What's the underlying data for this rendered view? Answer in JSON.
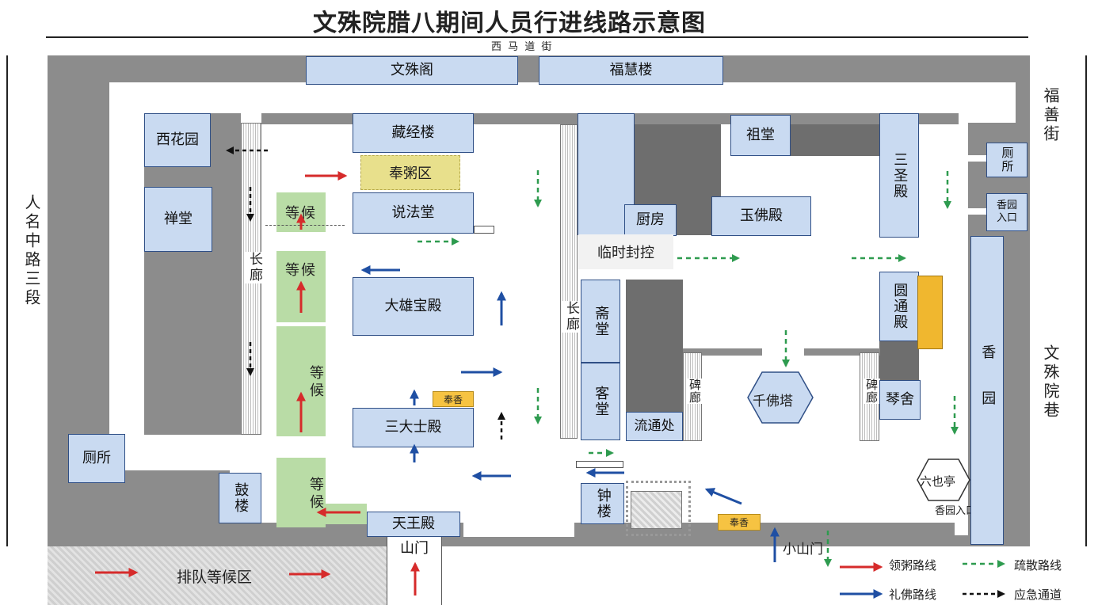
{
  "title": "文殊院腊八期间人员行进线路示意图",
  "streets": {
    "top": "西 马 道 街",
    "left": "人名中路三段",
    "right_top": "福善街",
    "right_mid": "文殊院巷"
  },
  "buildings": {
    "wenshuge": "文殊阁",
    "fuhuilou": "福慧楼",
    "xihuayuan": "西花园",
    "chantang": "禅堂",
    "cangjinglou": "藏经楼",
    "fengzhouqu": "奉粥区",
    "shuofatang": "说法堂",
    "daxiongbaodian": "大雄宝殿",
    "sandashidian": "三大士殿",
    "tianwangdian": "天王殿",
    "shanmen": "山门",
    "gulou": "鼓楼",
    "cesuo_left": "厕所",
    "paidui": "排队等候区",
    "chufang": "厨房",
    "zutang": "祖堂",
    "yufodian": "玉佛殿",
    "linshifengkong": "临时封控",
    "zhaitang": "斋堂",
    "ketang": "客堂",
    "liutongchu": "流通处",
    "zhonglou": "钟楼",
    "qianfota": "千佛塔",
    "sanshengdian": "三圣殿",
    "yuantongdian": "圆通殿",
    "qinshe": "琴舍",
    "cesuo_right": "厕所",
    "xiangyuan_rukou": "香园入口",
    "xiangyuan": "香园",
    "liuyeting": "六也亭",
    "xiaoshanmen": "小山门",
    "xiangyuan_rukou2": "香园入口"
  },
  "labels": {
    "changlang1": "长廊",
    "changlang2": "长廊",
    "beilang1": "碑廊",
    "beilang2": "碑廊",
    "wait1": "等候",
    "wait2": "等候",
    "wait3": "等候",
    "wait4": "等候",
    "fengxiang1": "奉香",
    "fengxiang2": "奉香"
  },
  "legend": {
    "red": "领粥路线",
    "green": "疏散路线",
    "blue": "礼佛路线",
    "black": "应急通道"
  },
  "colors": {
    "red_route": "#d62b2b",
    "blue_route": "#1f4fa3",
    "green_route": "#2e9b4f",
    "black_route": "#111111",
    "building_fill": "#c9daf1",
    "wall": "#8c8c8c",
    "waiting_area": "#b9dca6",
    "porridge_area": "#e8e08c",
    "incense": "#f6c342"
  }
}
